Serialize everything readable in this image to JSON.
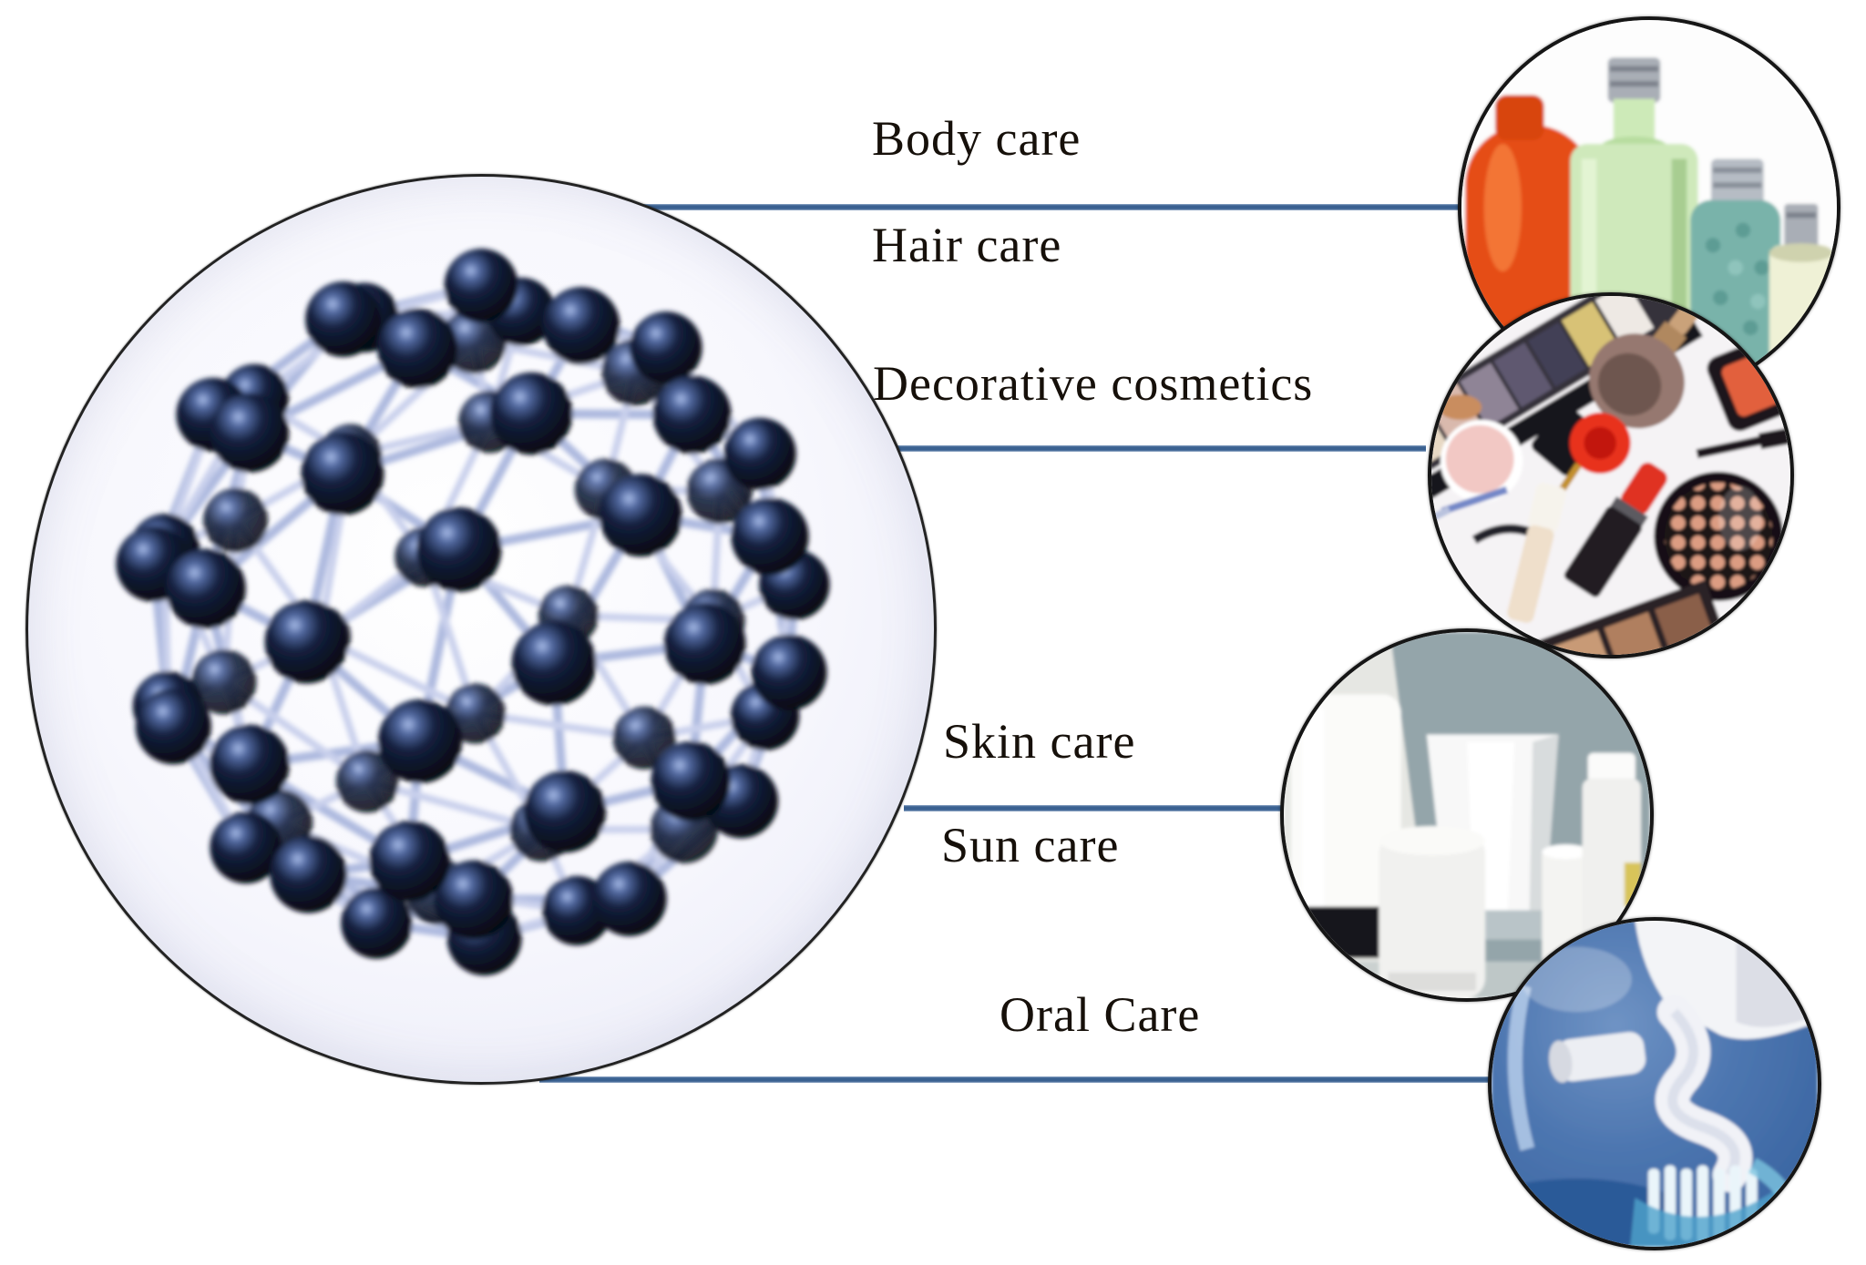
{
  "figure": {
    "labels": [
      {
        "id": "body-care",
        "text": "Body care"
      },
      {
        "id": "hair-care",
        "text": "Hair care"
      },
      {
        "id": "decorative-cosmetics",
        "text": "Decorative cosmetics"
      },
      {
        "id": "skin-care",
        "text": "Skin care"
      },
      {
        "id": "sun-care",
        "text": "Sun care"
      },
      {
        "id": "oral-care",
        "text": "Oral Care"
      }
    ],
    "images": [
      {
        "name": "fullerene-molecule-photo"
      },
      {
        "name": "body-and-hair-care-products-photo"
      },
      {
        "name": "decorative-cosmetics-photo"
      },
      {
        "name": "skin-and-sun-care-tubes-photo"
      },
      {
        "name": "toothpaste-on-toothbrush-photo"
      }
    ],
    "colors": {
      "connector_line": "#3a6191",
      "label_text": "#16100a",
      "oral_circle_blue": "#4d76b0",
      "molecule_ball": "#0a1124",
      "molecule_bond": "#aebadf"
    }
  }
}
